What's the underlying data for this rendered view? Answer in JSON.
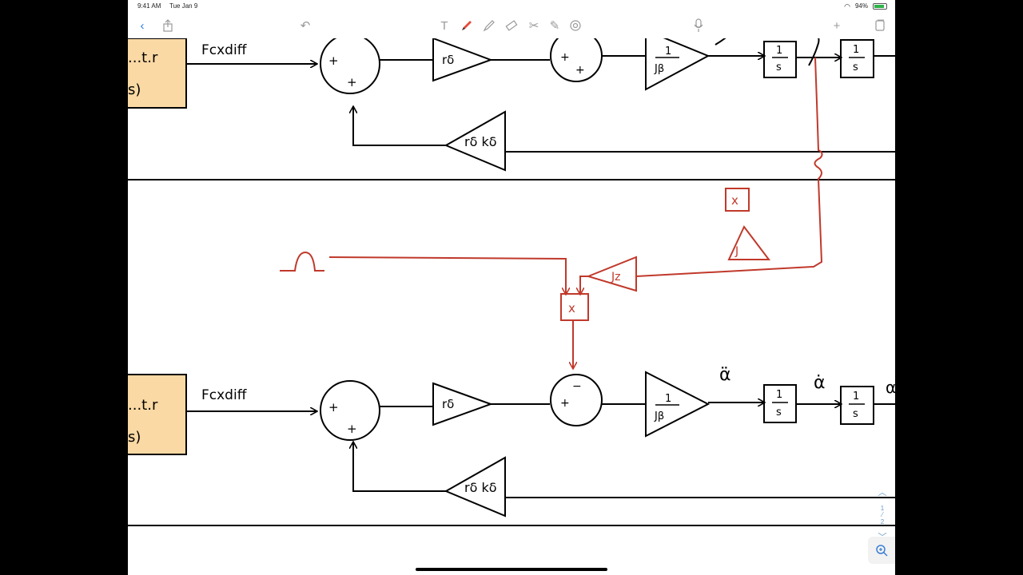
{
  "status_bar": {
    "time": "9:41 AM",
    "date": "Tue Jan 9",
    "battery": "94%"
  },
  "toolbar": {
    "icons": {
      "back": "chevron-left-icon",
      "share": "share-icon",
      "undo": "undo-icon",
      "text": "text-tool-icon",
      "pen": "pen-icon",
      "highlighter": "highlighter-icon",
      "eraser": "eraser-icon",
      "scissors": "lasso-scissors-icon",
      "shapes": "shapes-icon",
      "link": "link-icon",
      "mic": "microphone-icon",
      "add": "plus-icon",
      "pages": "pages-icon"
    }
  },
  "colors": {
    "ink": "#000000",
    "red_ink": "#c0392b",
    "block_fill": "#fbd9a4"
  },
  "diagram": {
    "top": {
      "input_label": "Fcxdiff",
      "block_text": [
        "...t.r",
        "s)"
      ],
      "sum1_signs": [
        "+",
        "+"
      ],
      "gain1": "rδ",
      "sum2_signs": [
        "+",
        "+"
      ],
      "gain2_num": "1",
      "gain2_den": "Jβ",
      "integrator1": [
        "1",
        "s"
      ],
      "integrator2": [
        "1",
        "s"
      ],
      "feedback_gain": "rδ kδ"
    },
    "bottom": {
      "input_label": "Fcxdiff",
      "block_text": [
        "...t.r",
        "s)"
      ],
      "sum1_signs": [
        "+",
        "+"
      ],
      "gain1": "rδ",
      "sum2_signs": [
        "+",
        "−"
      ],
      "gain2_num": "1",
      "gain2_den": "Jβ",
      "accel_label": "α̈",
      "velocity_label": "α̇",
      "position_label": "α",
      "integrator1": [
        "1",
        "s"
      ],
      "integrator2": [
        "1",
        "s"
      ],
      "feedback_gain": "rδ kδ"
    },
    "coupling": {
      "multiplier_key": "x",
      "gain_key": "J",
      "gain": "Jz",
      "multiplier": "x"
    }
  },
  "page_indicator": {
    "current": "1",
    "total": "2"
  }
}
